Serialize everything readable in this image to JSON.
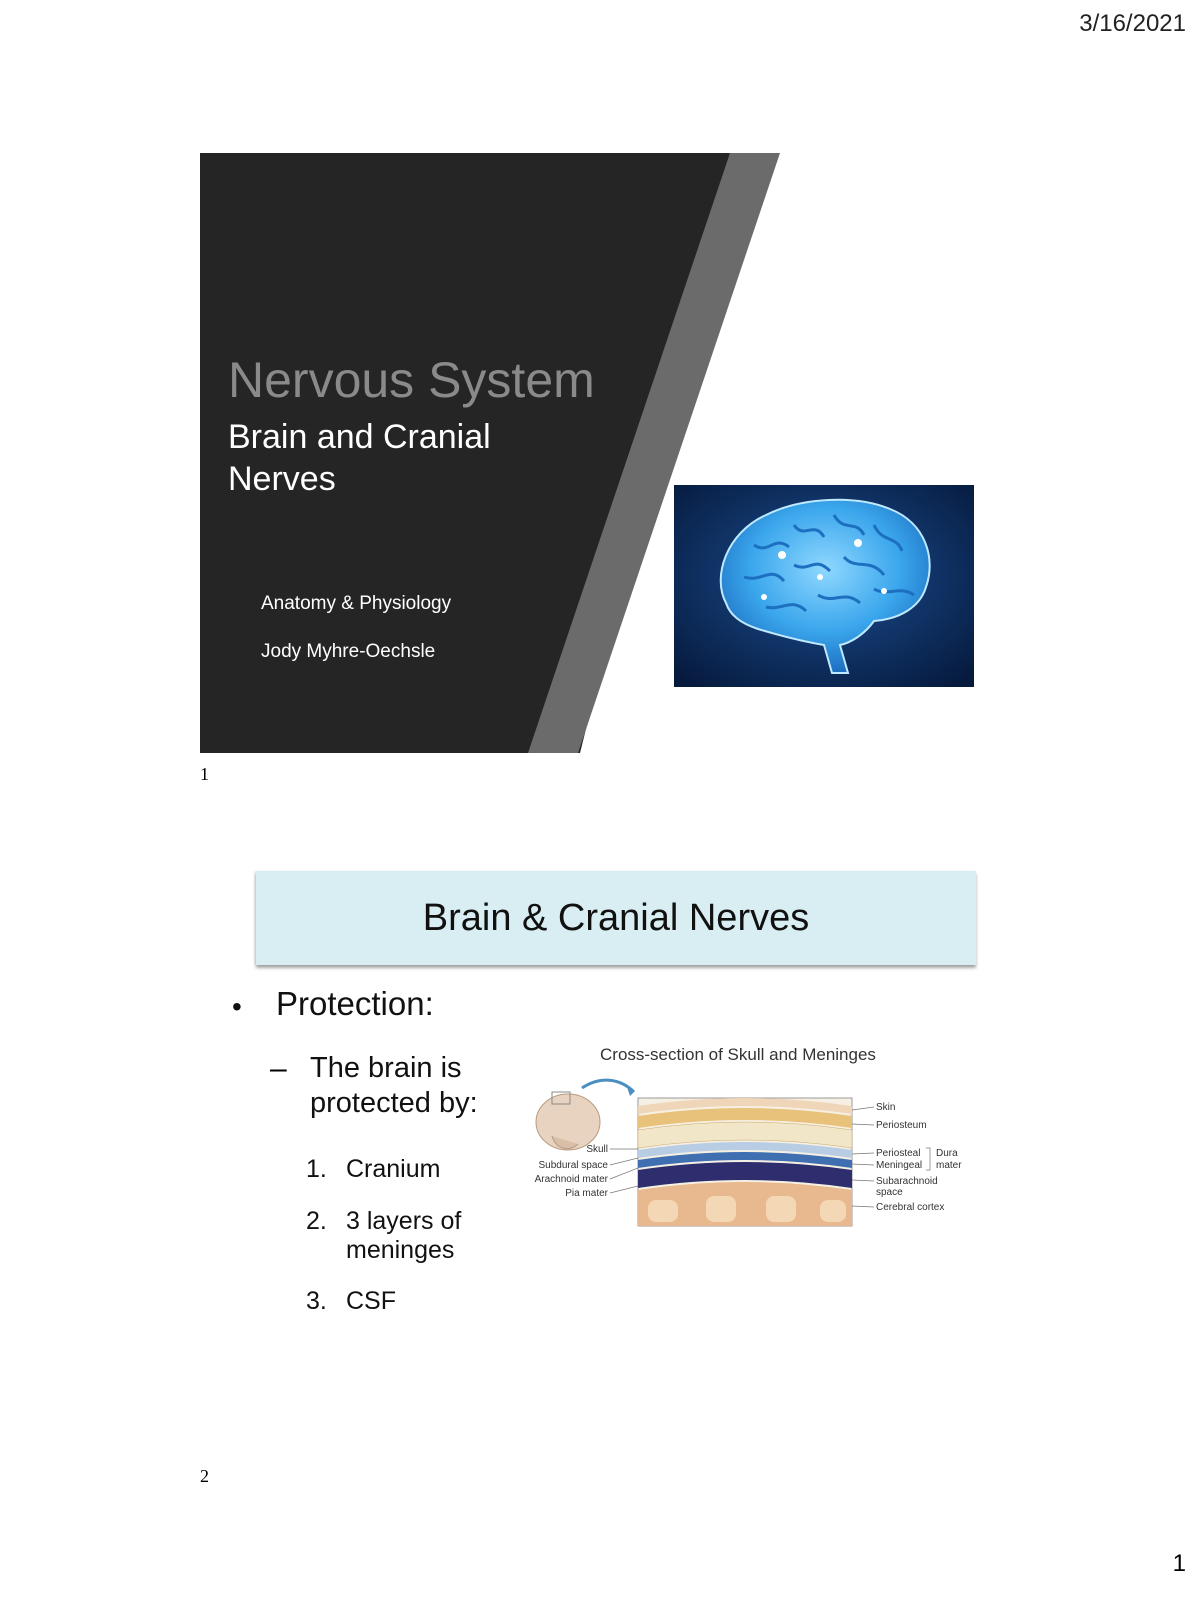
{
  "page": {
    "date": "3/16/2021",
    "page_number": "1"
  },
  "slide1": {
    "number": "1",
    "title": "Nervous System",
    "subtitle": "Brain and Cranial Nerves",
    "course": "Anatomy & Physiology",
    "author": "Jody Myhre-Oechsle",
    "image_icon": "glowing-brain-image",
    "colors": {
      "panel": "#252525",
      "stripe": "#6b6b6b",
      "title": "#8a8a8a",
      "image_bg": "#0b2a5c",
      "brain": "#4fb4f2"
    }
  },
  "slide2": {
    "number": "2",
    "title": "Brain & Cranial Nerves",
    "bullet": "Protection:",
    "sub_bullet": "The brain is protected by:",
    "list": [
      "Cranium",
      "3 layers of meninges",
      "CSF"
    ],
    "colors": {
      "title_box": "#d9eef2"
    },
    "diagram": {
      "title": "Cross-section of Skull and Meninges",
      "left_labels": [
        "Skull",
        "Subdural space",
        "Arachnoid mater",
        "Pia mater"
      ],
      "right_labels": [
        "Skin",
        "Periosteum",
        "Periosteal",
        "Meningeal",
        "Subarachnoid space",
        "Cerebral cortex"
      ],
      "group_label": "Dura mater"
    }
  }
}
